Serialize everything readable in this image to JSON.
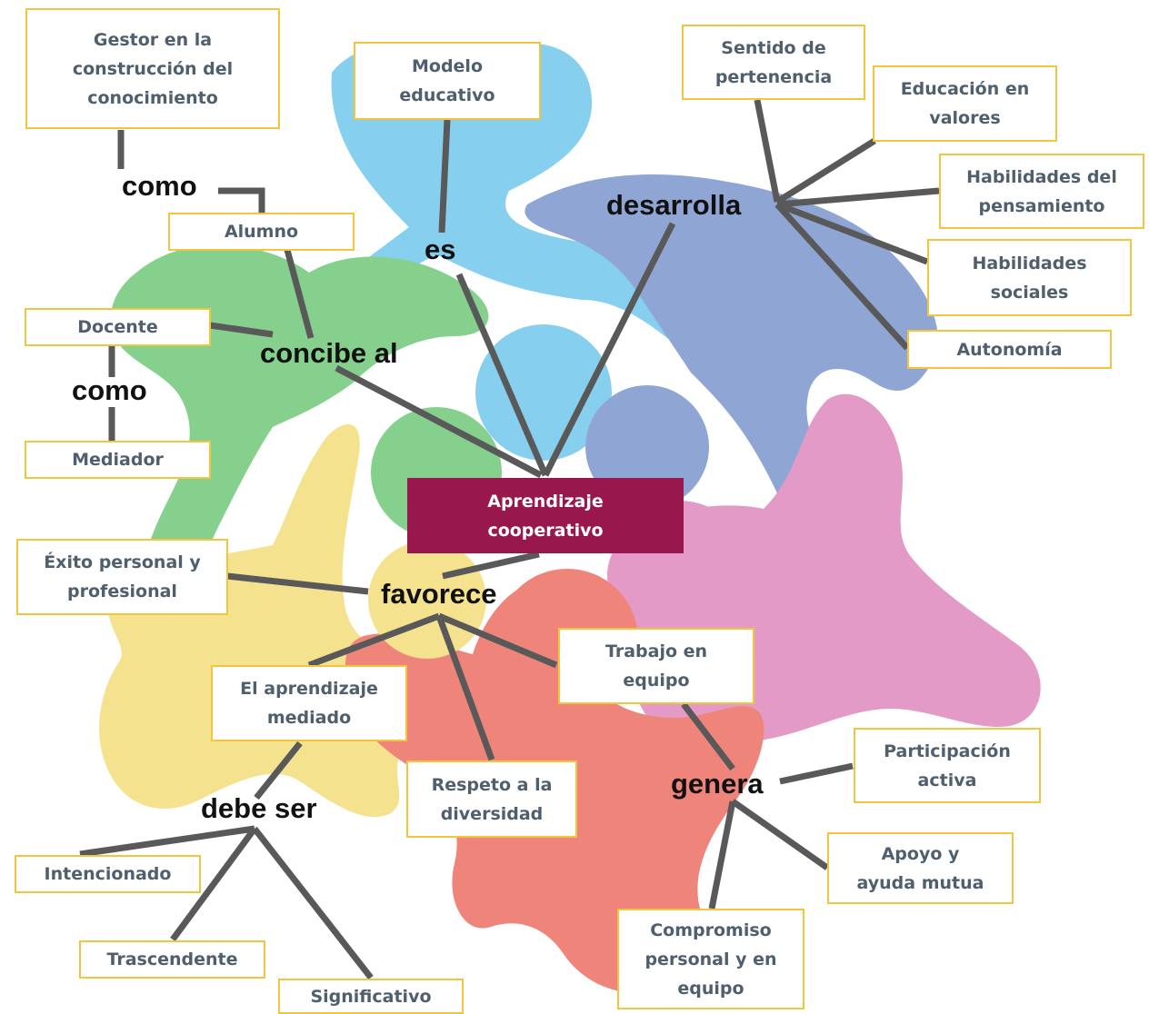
{
  "center": "Aprendizaje\ncooperativo",
  "linking_words": {
    "como_top": "como",
    "es": "es",
    "desarrolla": "desarrolla",
    "concibe_al": "concibe al",
    "como_left": "como",
    "favorece": "favorece",
    "genera": "genera",
    "debe_ser": "debe ser"
  },
  "concepts": {
    "gestor": "Gestor en la\nconstrucción del\nconocimiento",
    "modelo": "Modelo\neducativo",
    "sentido": "Sentido de\npertenencia",
    "educacion_valores": "Educación en\nvalores",
    "habilidades_pensamiento": "Habilidades del\npensamiento",
    "habilidades_sociales": "Habilidades\nsociales",
    "autonomia": "Autonomía",
    "alumno": "Alumno",
    "docente": "Docente",
    "mediador": "Mediador",
    "exito": "Éxito personal y\nprofesional",
    "trabajo_equipo": "Trabajo en\nequipo",
    "aprendizaje_mediado": "El aprendizaje\nmediado",
    "respeto": "Respeto a la\ndiversidad",
    "participacion": "Participación\nactiva",
    "apoyo": "Apoyo y\nayuda mutua",
    "compromiso": "Compromiso\npersonal y en\nequipo",
    "intencionado": "Intencionado",
    "trascendente": "Trascendente",
    "significativo": "Significativo"
  },
  "colors": {
    "box_border": "#f2c53d",
    "box_text": "#4f5f6e",
    "center_fill": "#98184d",
    "connector": "#595959",
    "blob_blue": "#86cfee",
    "blob_indigo": "#8fa6d4",
    "blob_green": "#86d08e",
    "blob_yellow": "#f4e28f",
    "blob_pink": "#e39ac6",
    "blob_red": "#ef857a"
  }
}
